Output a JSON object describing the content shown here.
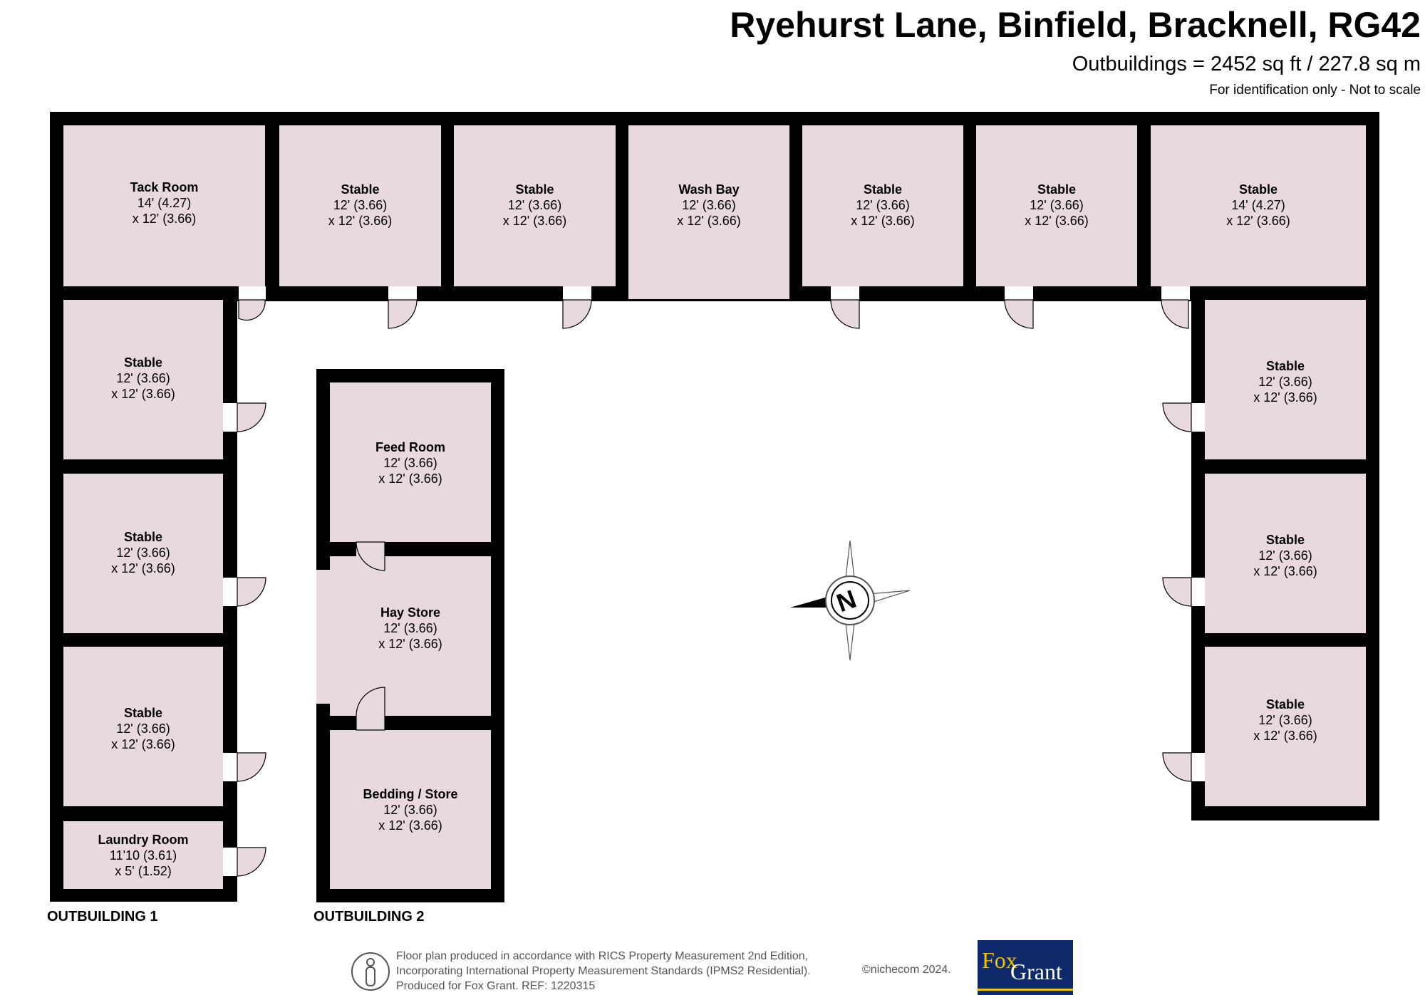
{
  "header": {
    "title": "Ryehurst Lane, Binfield, Bracknell, RG42",
    "area": "Outbuildings = 2452 sq ft / 227.8 sq m",
    "note": "For identification only - Not to scale"
  },
  "colors": {
    "room_fill": "#e8d9e0",
    "wall": "#000000",
    "logo_bg": "#0e2a6b",
    "logo_accent": "#f2c200"
  },
  "rooms": {
    "tack_room": {
      "name": "Tack Room",
      "l1": "14' (4.27)",
      "l2": "x 12' (3.66)"
    },
    "stable_t1": {
      "name": "Stable",
      "l1": "12' (3.66)",
      "l2": "x 12' (3.66)"
    },
    "stable_t2": {
      "name": "Stable",
      "l1": "12' (3.66)",
      "l2": "x 12' (3.66)"
    },
    "wash_bay": {
      "name": "Wash Bay",
      "l1": "12' (3.66)",
      "l2": "x 12' (3.66)"
    },
    "stable_t3": {
      "name": "Stable",
      "l1": "12' (3.66)",
      "l2": "x 12' (3.66)"
    },
    "stable_t4": {
      "name": "Stable",
      "l1": "12' (3.66)",
      "l2": "x 12' (3.66)"
    },
    "stable_t5": {
      "name": "Stable",
      "l1": "14' (4.27)",
      "l2": "x 12' (3.66)"
    },
    "stable_l1": {
      "name": "Stable",
      "l1": "12' (3.66)",
      "l2": "x 12' (3.66)"
    },
    "stable_l2": {
      "name": "Stable",
      "l1": "12' (3.66)",
      "l2": "x 12' (3.66)"
    },
    "stable_l3": {
      "name": "Stable",
      "l1": "12' (3.66)",
      "l2": "x 12' (3.66)"
    },
    "laundry": {
      "name": "Laundry Room",
      "l1": "11'10 (3.61)",
      "l2": "x 5' (1.52)"
    },
    "feed_room": {
      "name": "Feed Room",
      "l1": "12' (3.66)",
      "l2": "x 12' (3.66)"
    },
    "hay_store": {
      "name": "Hay Store",
      "l1": "12' (3.66)",
      "l2": "x 12' (3.66)"
    },
    "bedding": {
      "name": "Bedding / Store",
      "l1": "12' (3.66)",
      "l2": "x 12' (3.66)"
    },
    "stable_r1": {
      "name": "Stable",
      "l1": "12' (3.66)",
      "l2": "x 12' (3.66)"
    },
    "stable_r2": {
      "name": "Stable",
      "l1": "12' (3.66)",
      "l2": "x 12' (3.66)"
    },
    "stable_r3": {
      "name": "Stable",
      "l1": "12' (3.66)",
      "l2": "x 12' (3.66)"
    }
  },
  "buildings": {
    "b1": "OUTBUILDING 1",
    "b2": "OUTBUILDING 2"
  },
  "compass": {
    "label": "N",
    "icon": "compass-rose-icon"
  },
  "footer": {
    "line1": "Floor plan produced in accordance with RICS Property Measurement 2nd Edition,",
    "line2": "Incorporating International Property Measurement Standards (IPMS2 Residential).",
    "line3": "Produced for Fox Grant.   REF: 1220315",
    "copyright": "©nichecom 2024."
  },
  "logo": {
    "fox": "Fox",
    "grant": "Grant"
  }
}
